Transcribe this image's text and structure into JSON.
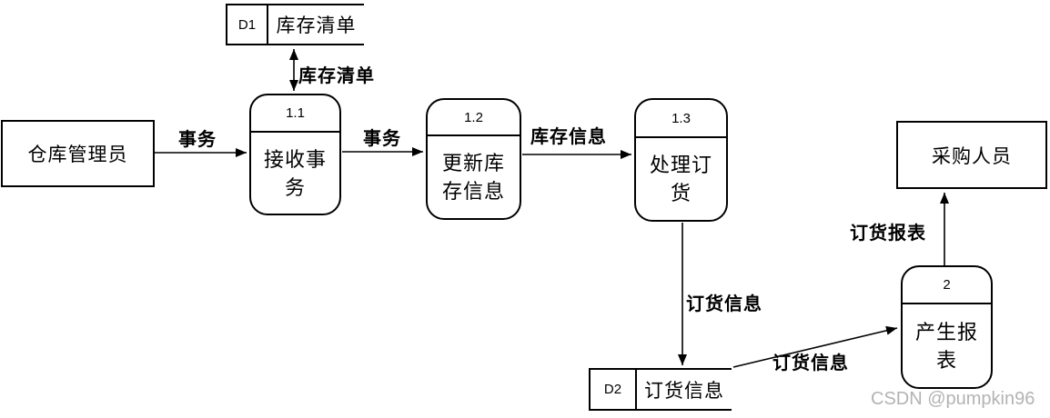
{
  "colors": {
    "line": "#000000",
    "background": "#ffffff",
    "watermark": "#b3b3b3"
  },
  "watermark": "CSDN @pumpkin96",
  "entities": {
    "warehouse_manager": {
      "label": "仓库管理员"
    },
    "purchaser": {
      "label": "采购人员"
    }
  },
  "processes": {
    "p1_1": {
      "id": "1.1",
      "label": "接收事\n务"
    },
    "p1_2": {
      "id": "1.2",
      "label": "更新库\n存信息"
    },
    "p1_3": {
      "id": "1.3",
      "label": "处理订\n货"
    },
    "p2": {
      "id": "2",
      "label": "产生报\n表"
    }
  },
  "data_stores": {
    "d1": {
      "id": "D1",
      "label": "库存清单"
    },
    "d2": {
      "id": "D2",
      "label": "订货信息"
    }
  },
  "flows": {
    "transaction_in": {
      "label": "事务"
    },
    "inventory_list": {
      "label": "库存清单"
    },
    "transaction_mid": {
      "label": "事务"
    },
    "inventory_info": {
      "label": "库存信息"
    },
    "order_info_store": {
      "label": "订货信息"
    },
    "order_info_report": {
      "label": "订货信息"
    },
    "order_report": {
      "label": "订货报表"
    }
  }
}
